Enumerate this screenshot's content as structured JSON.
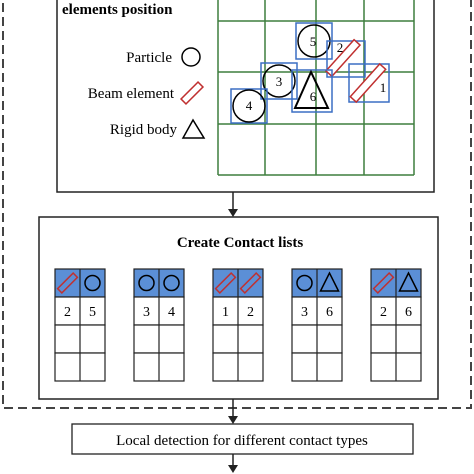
{
  "top_panel": {
    "title": "elements position",
    "legend": [
      {
        "label": "Particle",
        "icon": "circle-icon"
      },
      {
        "label": "Beam element",
        "icon": "beam-icon"
      },
      {
        "label": "Rigid body",
        "icon": "triangle-icon"
      }
    ],
    "element_labels": {
      "particle_5": "5",
      "beam_2": "2",
      "particle_3": "3",
      "rigid_6": "6",
      "beam_1": "1",
      "particle_4": "4"
    }
  },
  "contact_panel": {
    "title": "Create Contact lists",
    "tables": [
      {
        "icons": [
          "beam-icon",
          "circle-icon"
        ],
        "ids": [
          "2",
          "5"
        ]
      },
      {
        "icons": [
          "circle-icon",
          "circle-icon"
        ],
        "ids": [
          "3",
          "4"
        ]
      },
      {
        "icons": [
          "beam-icon",
          "beam-icon"
        ],
        "ids": [
          "1",
          "2"
        ]
      },
      {
        "icons": [
          "circle-icon",
          "triangle-icon"
        ],
        "ids": [
          "3",
          "6"
        ]
      },
      {
        "icons": [
          "beam-icon",
          "triangle-icon"
        ],
        "ids": [
          "2",
          "6"
        ]
      }
    ]
  },
  "bottom_step": {
    "label": "Local detection for different contact types"
  },
  "colors": {
    "grid_green": "#3f7f3f",
    "header_blue": "#5b8fd6",
    "beam_red": "#c03030",
    "box_blue": "#3b6fc4"
  }
}
